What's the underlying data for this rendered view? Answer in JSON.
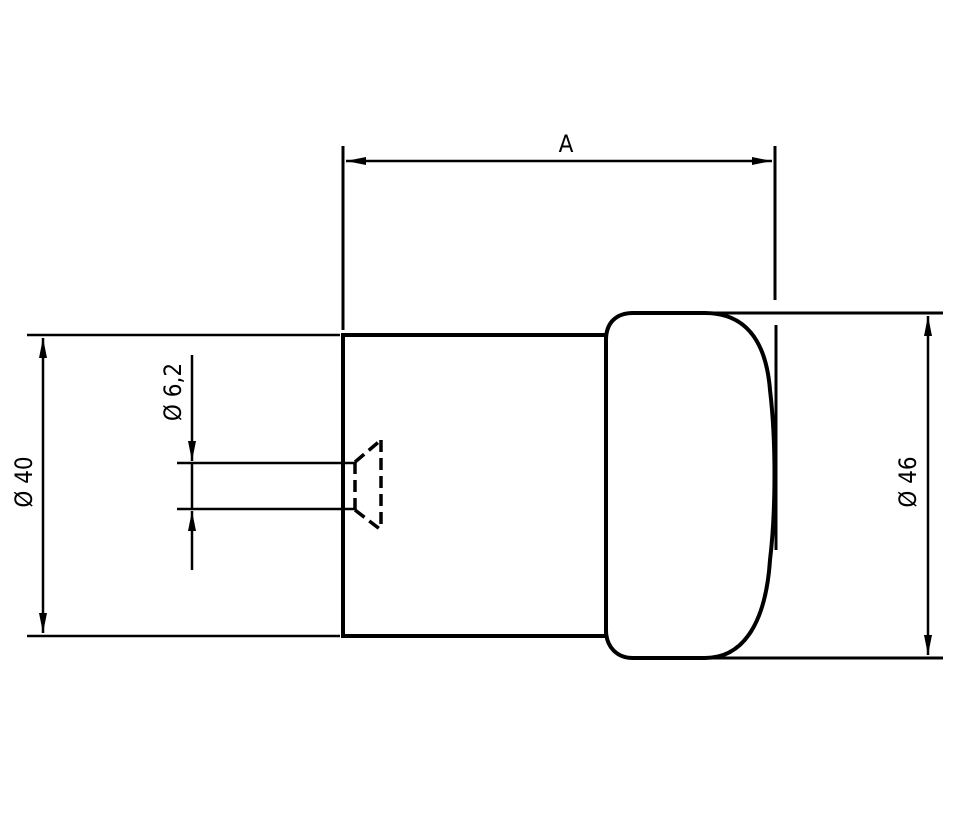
{
  "drawing": {
    "dimensions": {
      "length": "A",
      "left_diameter": "Ø 40",
      "hole_diameter": "Ø 6,2",
      "right_diameter": "Ø 46"
    }
  }
}
